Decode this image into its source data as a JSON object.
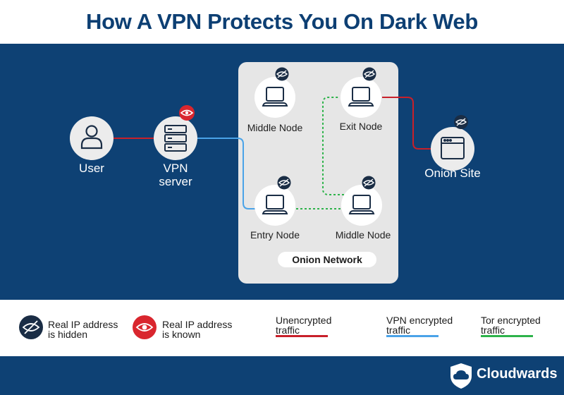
{
  "title": "How A VPN Protects You On Dark Web",
  "nodes": {
    "user": "User",
    "vpn_server": "VPN\nserver",
    "middle_node_top": "Middle Node",
    "exit_node": "Exit Node",
    "entry_node": "Entry Node",
    "middle_node_bottom": "Middle Node",
    "onion_site": "Onion Site"
  },
  "onion_network_label": "Onion Network",
  "legend": {
    "hidden": "Real IP address\nis hidden",
    "known": "Real IP address\nis known",
    "unencrypted": "Unencrypted\ntraffic",
    "vpn_encrypted": "VPN encrypted\ntraffic",
    "tor_encrypted": "Tor encrypted\ntraffic"
  },
  "brand": "Cloudwards",
  "colors": {
    "navy": "#0e4174",
    "unencrypted": "#c8202a",
    "vpn": "#4aa3e8",
    "tor": "#2db34a",
    "hidden_badge": "#1a2d45",
    "known_badge": "#d9262e",
    "node_circle": "#ececec",
    "onion_panel": "#e6e6e6"
  },
  "icons": {
    "user": "user-icon",
    "vpn_server": "server-icon",
    "node": "laptop-icon",
    "onion_site": "browser-window-icon",
    "hidden": "eye-slash-icon",
    "known": "eye-icon",
    "brand": "cloud-shield-icon"
  }
}
